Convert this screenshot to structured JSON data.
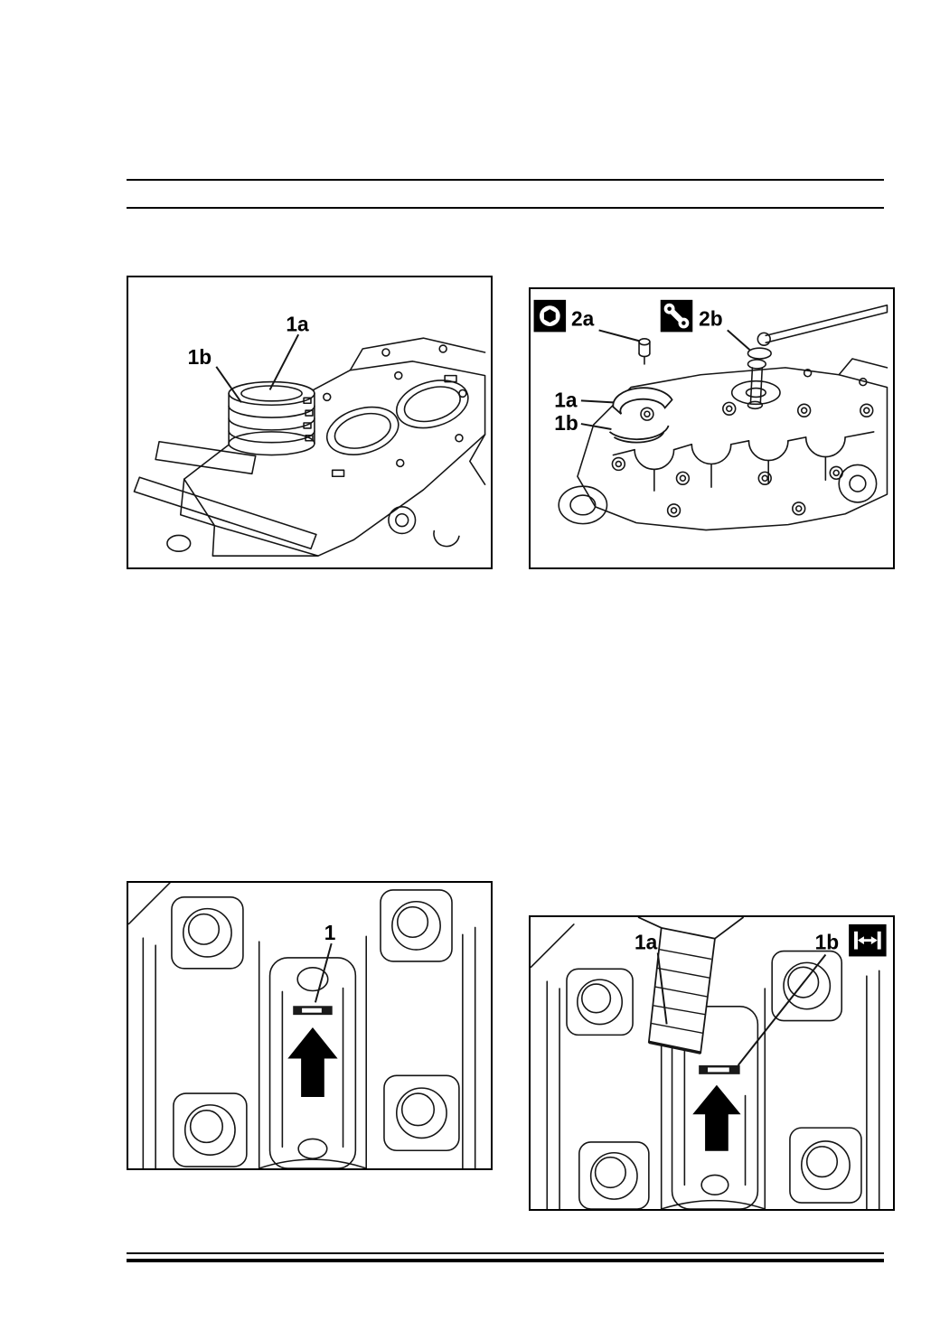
{
  "page": {
    "background": "#ffffff",
    "ink": "#000000"
  },
  "figures": {
    "top_left": {
      "labels": {
        "l1a": "1a",
        "l1b": "1b"
      }
    },
    "top_right": {
      "labels": {
        "l2a": "2a",
        "l2b": "2b",
        "l1a": "1a",
        "l1b": "1b"
      },
      "icons": {
        "socket": "socket-icon",
        "wrench": "wrench-icon"
      }
    },
    "bottom_left": {
      "labels": {
        "l1": "1"
      }
    },
    "bottom_right": {
      "labels": {
        "l1a": "1a",
        "l1b": "1b"
      },
      "icons": {
        "measure": "measurement-icon"
      }
    }
  }
}
